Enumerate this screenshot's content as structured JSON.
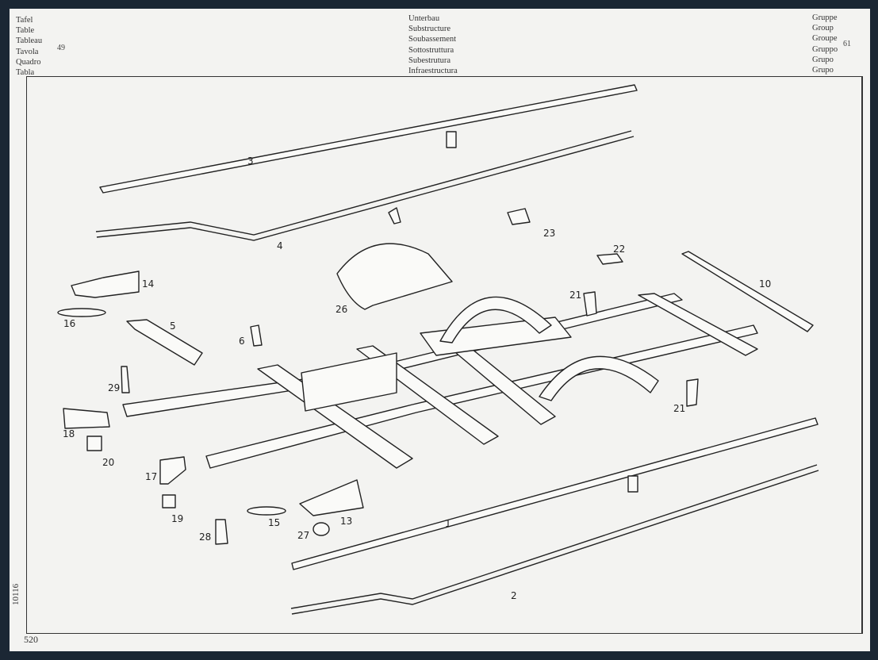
{
  "header": {
    "left_labels": [
      "Tafel",
      "Table",
      "Tableau",
      "Tavola",
      "Quadro",
      "Tabla"
    ],
    "table_number": "49",
    "center_labels": [
      "Unterbau",
      "Substructure",
      "Soubassement",
      "Sottostruttura",
      "Subestrutura",
      "Infraestructura"
    ],
    "right_labels": [
      "Gruppe",
      "Group",
      "Groupe",
      "Gruppo",
      "Grupo",
      "Grupo"
    ],
    "group_number": "61"
  },
  "footer": {
    "side_code": "10116",
    "page_number": "520"
  },
  "callouts": {
    "c1": "1",
    "c2": "2",
    "c3": "3",
    "c4": "4",
    "c5": "5",
    "c6": "6",
    "c10": "10",
    "c13": "13",
    "c14": "14",
    "c15": "15",
    "c16": "16",
    "c17": "17",
    "c18": "18",
    "c19": "19",
    "c20": "20",
    "c21a": "21",
    "c21b": "21",
    "c22": "22",
    "c23": "23",
    "c26": "26",
    "c27": "27",
    "c28": "28",
    "c29": "29"
  }
}
